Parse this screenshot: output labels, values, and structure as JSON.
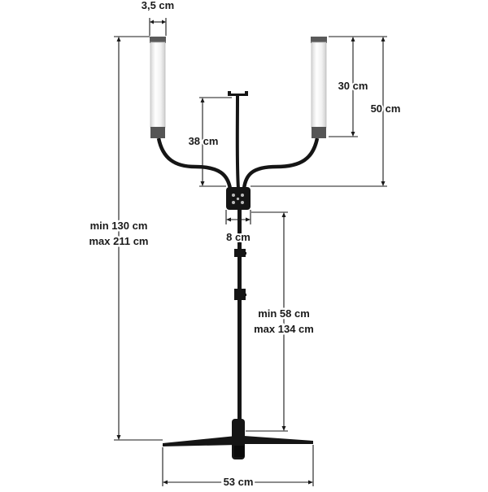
{
  "product": {
    "colors": {
      "frame": "#151515",
      "lamp_body": "#f4f4f4",
      "lamp_glow": "#e6e6e6",
      "lamp_cap": "#5a5a5a",
      "dimension_line": "#1a1a1a"
    }
  },
  "dimensions": {
    "lamp_width": "3,5 cm",
    "lamp_length": "30 cm",
    "lamp_height": "50 cm",
    "holder_height": "38 cm",
    "control_width": "8 cm",
    "total_height_min": "min 130 cm",
    "total_height_max": "max 211 cm",
    "pole_height_min": "min 58 cm",
    "pole_height_max": "max 134 cm",
    "base_width": "53 cm"
  }
}
